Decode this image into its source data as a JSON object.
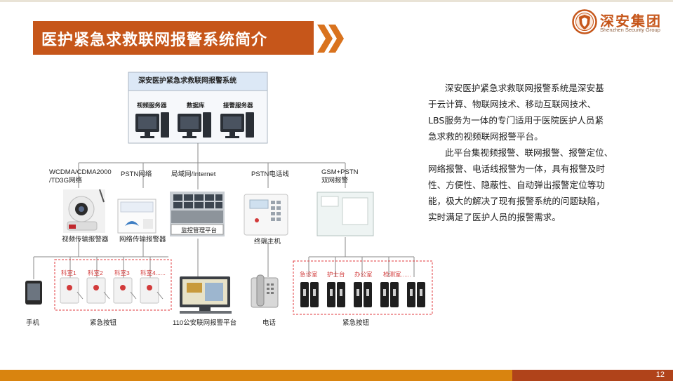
{
  "header": {
    "title": "医护紧急求救联网报警系统简介",
    "logo_name": "深安集团",
    "logo_en": "Shenzhen Security Group"
  },
  "paragraphs": [
    [
      "深安医护紧急求救联网报警系统是深安基",
      "于云计算、物联网技术、移动互联网技术、",
      "LBS服务为一体的专门适用于医院医护人员紧",
      "急求救的视频联网报警平台。"
    ],
    [
      "此平台集视频报警、联网报警、报警定位、",
      "网络报警、电话线报警为一体，具有报警及时",
      "性、方便性、隐蔽性、自动弹出报警定位等功",
      "能，极大的解决了现有报警系统的问题缺陷，",
      "实时满足了医护人员的报警需求。"
    ]
  ],
  "diagram": {
    "system_title": "深安医护紧急求救联网报警系统",
    "servers": [
      "视频服务器",
      "数据库",
      "接警服务器"
    ],
    "channels": {
      "wcdma_line1": "WCDMA/CDMA2000",
      "wcdma_line2": "/TD3G网络",
      "pstn_net": "PSTN网络",
      "lan": "局域网/Internet",
      "pstn_phone": "PSTN电话线",
      "gsm_line1": "GSM+PSTN",
      "gsm_line2": "双网报警"
    },
    "devices": {
      "video_alarm": "视频传输报警器",
      "network_alarm": "网络传输报警器",
      "monitor_platform": "监控管理平台",
      "terminal_host": "终端主机"
    },
    "rooms_left": [
      "科室1",
      "科室2",
      "科室3",
      "科室4......"
    ],
    "rooms_right": [
      "急诊室",
      "护士台",
      "办公室",
      "检测室......"
    ],
    "bottom": {
      "phone": "手机",
      "emergency_left": "紧急按钮",
      "platform_110": "110公安联网报警平台",
      "telephone": "电话",
      "emergency_right": "紧急按钮"
    }
  },
  "page_number": "12"
}
